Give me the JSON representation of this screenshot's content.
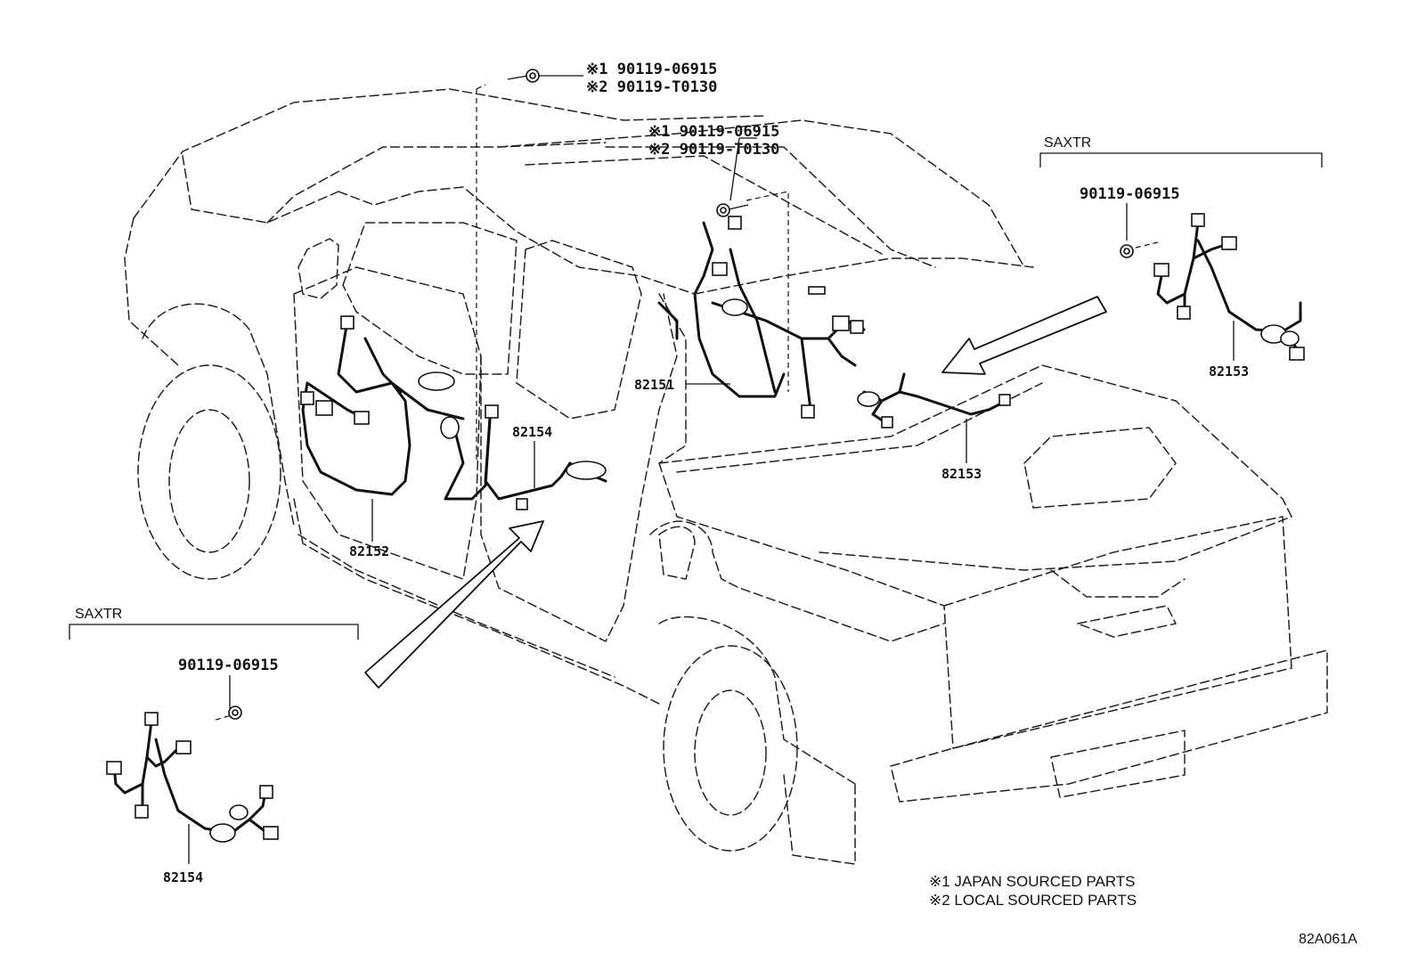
{
  "callouts": {
    "bolt_roof_left": {
      "line1": "※1 90119-06915",
      "line2": "※2 90119-T0130"
    },
    "bolt_roof_mid": {
      "line1": "※1 90119-06915",
      "line2": "※2 90119-T0130"
    },
    "part_82151": "82151",
    "part_82152": "82152",
    "part_82153_main": "82153",
    "part_82154_main": "82154"
  },
  "inset_right": {
    "variant": "SAXTR",
    "bolt": "90119-06915",
    "part": "82153"
  },
  "inset_left": {
    "variant": "SAXTR",
    "bolt": "90119-06915",
    "part": "82154"
  },
  "legend": {
    "note1": "※1  JAPAN SOURCED PARTS",
    "note2": "※2  LOCAL SOURCED PARTS"
  },
  "figure_code": "82A061A"
}
